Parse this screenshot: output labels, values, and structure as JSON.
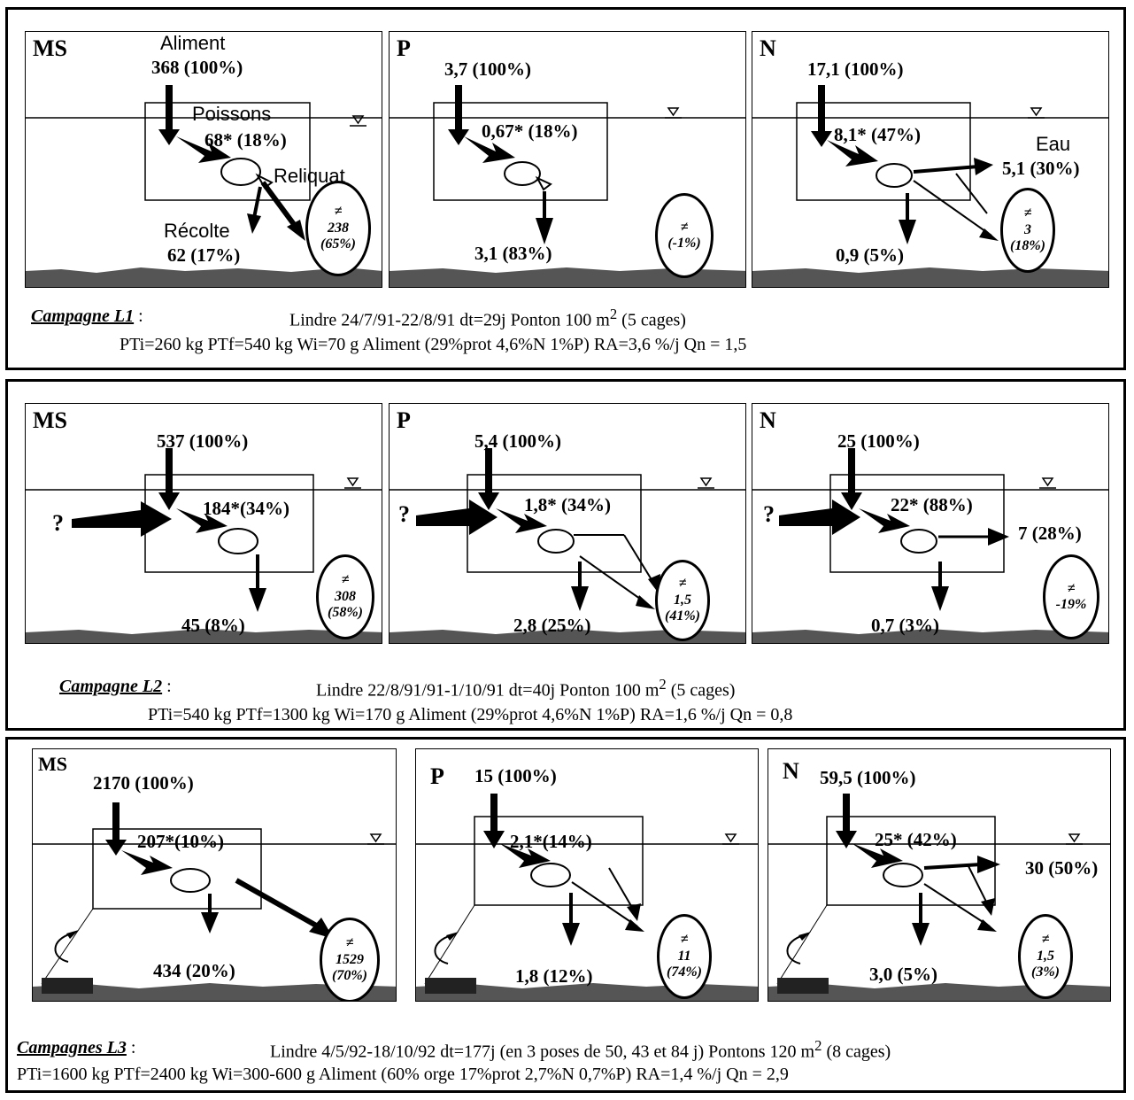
{
  "sections": [
    {
      "panels": [
        {
          "title": "MS",
          "input": "368 (100%)",
          "input_label": "Aliment",
          "fish": "68* (18%)",
          "fish_label": "Poissons",
          "reliquat_label": "Reliquat",
          "harvest": "62 (17%)",
          "harvest_label": "Récolte",
          "diff_symbol": "≠",
          "diff_value": "238",
          "diff_pct": "(65%)"
        },
        {
          "title": "P",
          "input": "3,7 (100%)",
          "fish": "0,67* (18%)",
          "harvest": "3,1 (83%)",
          "diff_symbol": "≠",
          "diff_pct": "(-1%)"
        },
        {
          "title": "N",
          "input": "17,1 (100%)",
          "fish": "8,1* (47%)",
          "water_label": "Eau",
          "water": "5,1 (30%)",
          "harvest": "0,9 (5%)",
          "diff_symbol": "≠",
          "diff_value": "3",
          "diff_pct": "(18%)"
        }
      ],
      "caption": {
        "name": "Campagne L1",
        "sep": " :",
        "line1": "Lindre 24/7/91-22/8/91 dt=29j  Ponton 100 m",
        "line1_sup": "2",
        "line1_end": " (5 cages)",
        "line2": "PTi=260 kg  PTf=540 kg Wi=70 g   Aliment (29%prot  4,6%N 1%P)  RA=3,6 %/j  Qn = 1,5"
      }
    },
    {
      "panels": [
        {
          "title": "MS",
          "input": "537 (100%)",
          "unknown": "?",
          "fish": "184*(34%)",
          "harvest": "45 (8%)",
          "diff_symbol": "≠",
          "diff_value": "308",
          "diff_pct": "(58%)"
        },
        {
          "title": "P",
          "input": "5,4 (100%)",
          "unknown": "?",
          "fish": "1,8* (34%)",
          "harvest": "2,8 (25%)",
          "diff_symbol": "≠",
          "diff_value": "1,5",
          "diff_pct": "(41%)"
        },
        {
          "title": "N",
          "input": "25 (100%)",
          "unknown": "?",
          "fish": "22* (88%)",
          "water": "7 (28%)",
          "harvest": "0,7 (3%)",
          "diff_symbol": "≠",
          "diff_pct": "-19%"
        }
      ],
      "caption": {
        "name": "Campagne L2",
        "sep": " :",
        "line1": "Lindre 22/8/91/91-1/10/91 dt=40j  Ponton 100 m",
        "line1_sup": "2",
        "line1_end": " (5 cages)",
        "line2": "PTi=540 kg  PTf=1300 kg Wi=170 g     Aliment (29%prot  4,6%N 1%P)  RA=1,6 %/j  Qn = 0,8"
      }
    },
    {
      "panels": [
        {
          "title": "MS",
          "input": "2170 (100%)",
          "fish": "207*(10%)",
          "harvest": "434  (20%)",
          "diff_symbol": "≠",
          "diff_value": "1529",
          "diff_pct": "(70%)"
        },
        {
          "title": "P",
          "input": "15  (100%)",
          "fish": "2,1*(14%)",
          "harvest": "1,8 (12%)",
          "diff_symbol": "≠",
          "diff_value": "11",
          "diff_pct": "(74%)"
        },
        {
          "title": "N",
          "input": "59,5 (100%)",
          "fish": "25* (42%)",
          "water": "30 (50%)",
          "harvest": "3,0 (5%)",
          "diff_symbol": "≠",
          "diff_value": "1,5",
          "diff_pct": "(3%)"
        }
      ],
      "caption": {
        "name": "Campagnes L3",
        "sep": " :",
        "line1": "Lindre 4/5/92-18/10/92 dt=177j (en 3 poses de 50, 43 et 84 j)  Pontons 120 m",
        "line1_sup": "2",
        "line1_end": " (8 cages)",
        "line2": "PTi=1600 kg  PTf=2400 kg Wi=300-600 g     Aliment (60% orge 17%prot  2,7%N  0,7%P)  RA=1,4 %/j  Qn = 2,9"
      }
    }
  ]
}
